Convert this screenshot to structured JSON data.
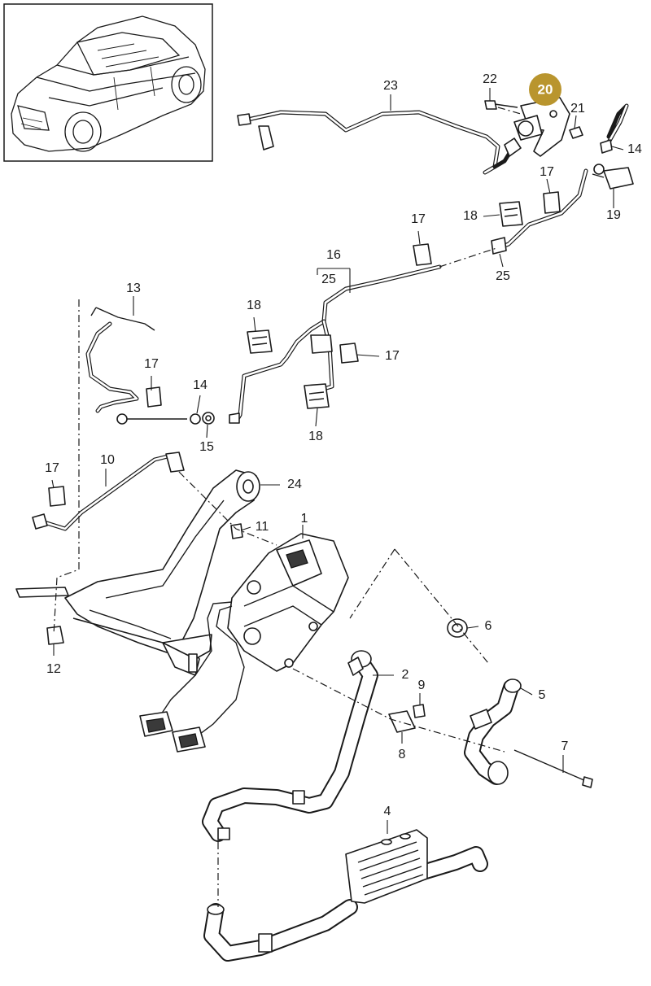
{
  "callouts": {
    "c1": "1",
    "c2": "2",
    "c4": "4",
    "c5": "5",
    "c6": "6",
    "c7": "7",
    "c8": "8",
    "c9": "9",
    "c10": "10",
    "c11": "11",
    "c12": "12",
    "c13": "13",
    "c14a": "14",
    "c14b": "14",
    "c15": "15",
    "c16": "16",
    "c17a": "17",
    "c17b": "17",
    "c17c": "17",
    "c17d": "17",
    "c17e": "17",
    "c18a": "18",
    "c18b": "18",
    "c18c": "18",
    "c19": "19",
    "c20": "20",
    "c21": "21",
    "c22": "22",
    "c23": "23",
    "c24": "24",
    "c25a": "25",
    "c25b": "25"
  },
  "highlight": {
    "part": "20",
    "color": "#b9952e"
  }
}
